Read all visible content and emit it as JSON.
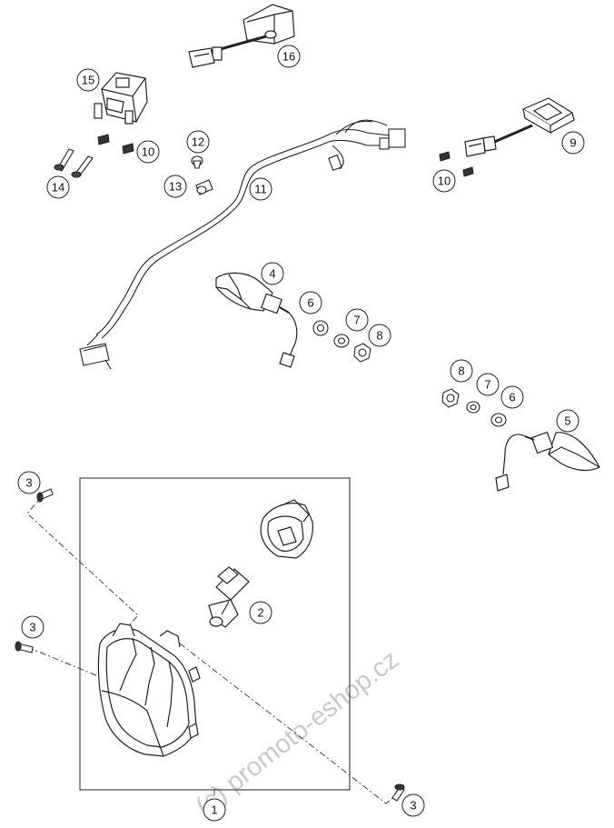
{
  "watermark": "(c) promoto-eshop.cz",
  "callouts": {
    "c1": "1",
    "c2": "2",
    "c3a": "3",
    "c3b": "3",
    "c3c": "3",
    "c4": "4",
    "c5": "5",
    "c6a": "6",
    "c6b": "6",
    "c7a": "7",
    "c7b": "7",
    "c8a": "8",
    "c8b": "8",
    "c9": "9",
    "c10a": "10",
    "c10b": "10",
    "c11": "11",
    "c12": "12",
    "c13": "13",
    "c14": "14",
    "c15": "15",
    "c16": "16"
  }
}
